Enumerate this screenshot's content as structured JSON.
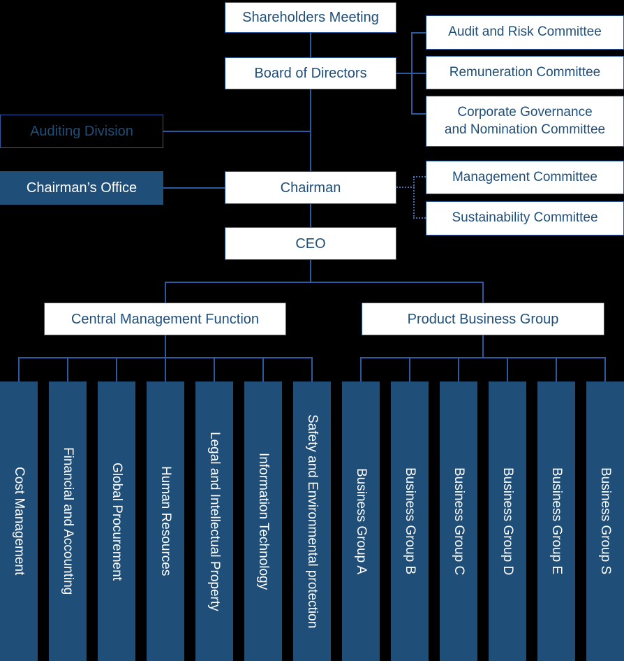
{
  "org": {
    "shareholders_meeting": {
      "label": "Shareholders Meeting"
    },
    "board_of_directors": {
      "label": "Board of Directors"
    },
    "auditing_division": {
      "label": "Auditing Division"
    },
    "chairmans_office": {
      "label": "Chairman’s Office"
    },
    "chairman": {
      "label": "Chairman"
    },
    "ceo": {
      "label": "CEO"
    },
    "board_committees": [
      {
        "label": "Audit and Risk Committee"
      },
      {
        "label": "Remuneration Committee"
      },
      {
        "label": "Corporate Governance\nand Nomination Committee"
      }
    ],
    "chairman_committees": [
      {
        "label": "Management Committee"
      },
      {
        "label": "Sustainability Committee"
      }
    ],
    "groups": [
      {
        "label": "Central Management Function",
        "children": [
          "Cost Management",
          "Financial and Accounting",
          "Global Procurement",
          "Human Resources",
          "Legal and Intellectual Property",
          "Information Technology",
          "Safety and Environmental protection"
        ]
      },
      {
        "label": "Product Business Group",
        "children": [
          "Business Group A",
          "Business Group B",
          "Business Group C",
          "Business Group D",
          "Business Group E",
          "Business Group S"
        ]
      }
    ]
  },
  "colors": {
    "background": "#000000",
    "box_fill_white": "#FFFFFF",
    "box_fill_dark": "#1F4E79",
    "line_blue": "#2A5AA3",
    "dotted_line_blue": "#4A6FB5",
    "text_navy": "#1F4E79",
    "text_white": "#FFFFFF"
  }
}
